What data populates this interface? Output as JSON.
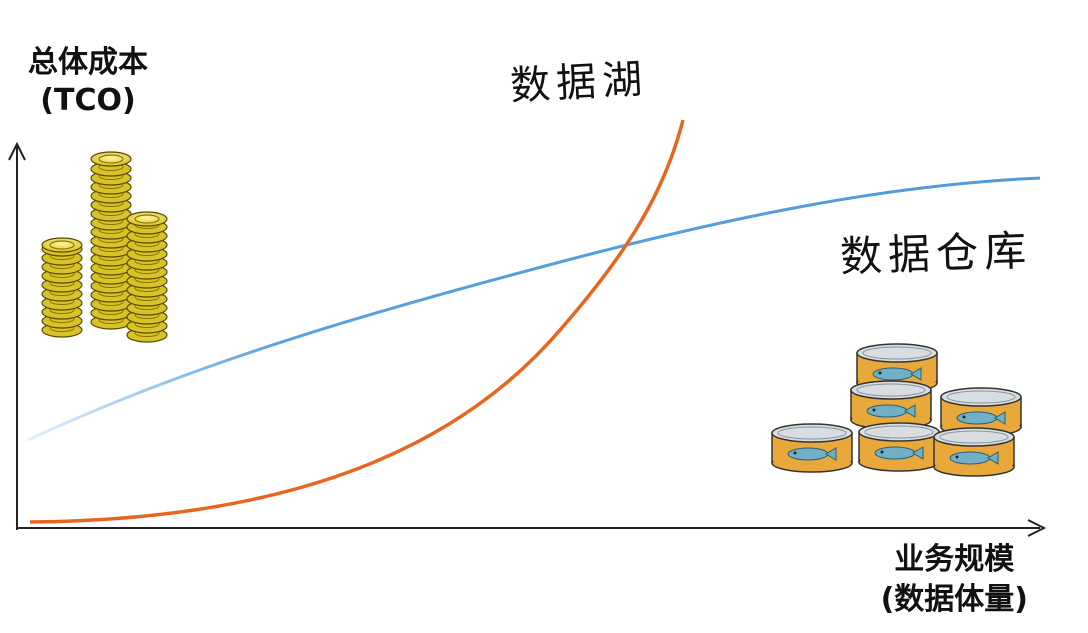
{
  "y_axis": {
    "line1": "总体成本",
    "line2": "(TCO)"
  },
  "x_axis": {
    "line1": "业务规模",
    "line2": "(数据体量)"
  },
  "curves": [
    {
      "name": "数据湖",
      "color": "#e8651f"
    },
    {
      "name": "数据仓库",
      "color": "#3d8fd6"
    }
  ],
  "icons": {
    "coins": "gold-coin-stacks",
    "cans": "fish-tin-cans"
  },
  "colors": {
    "gold": "#d9c227",
    "tin": "#e8a93a",
    "fish": "#6fb0c7"
  }
}
